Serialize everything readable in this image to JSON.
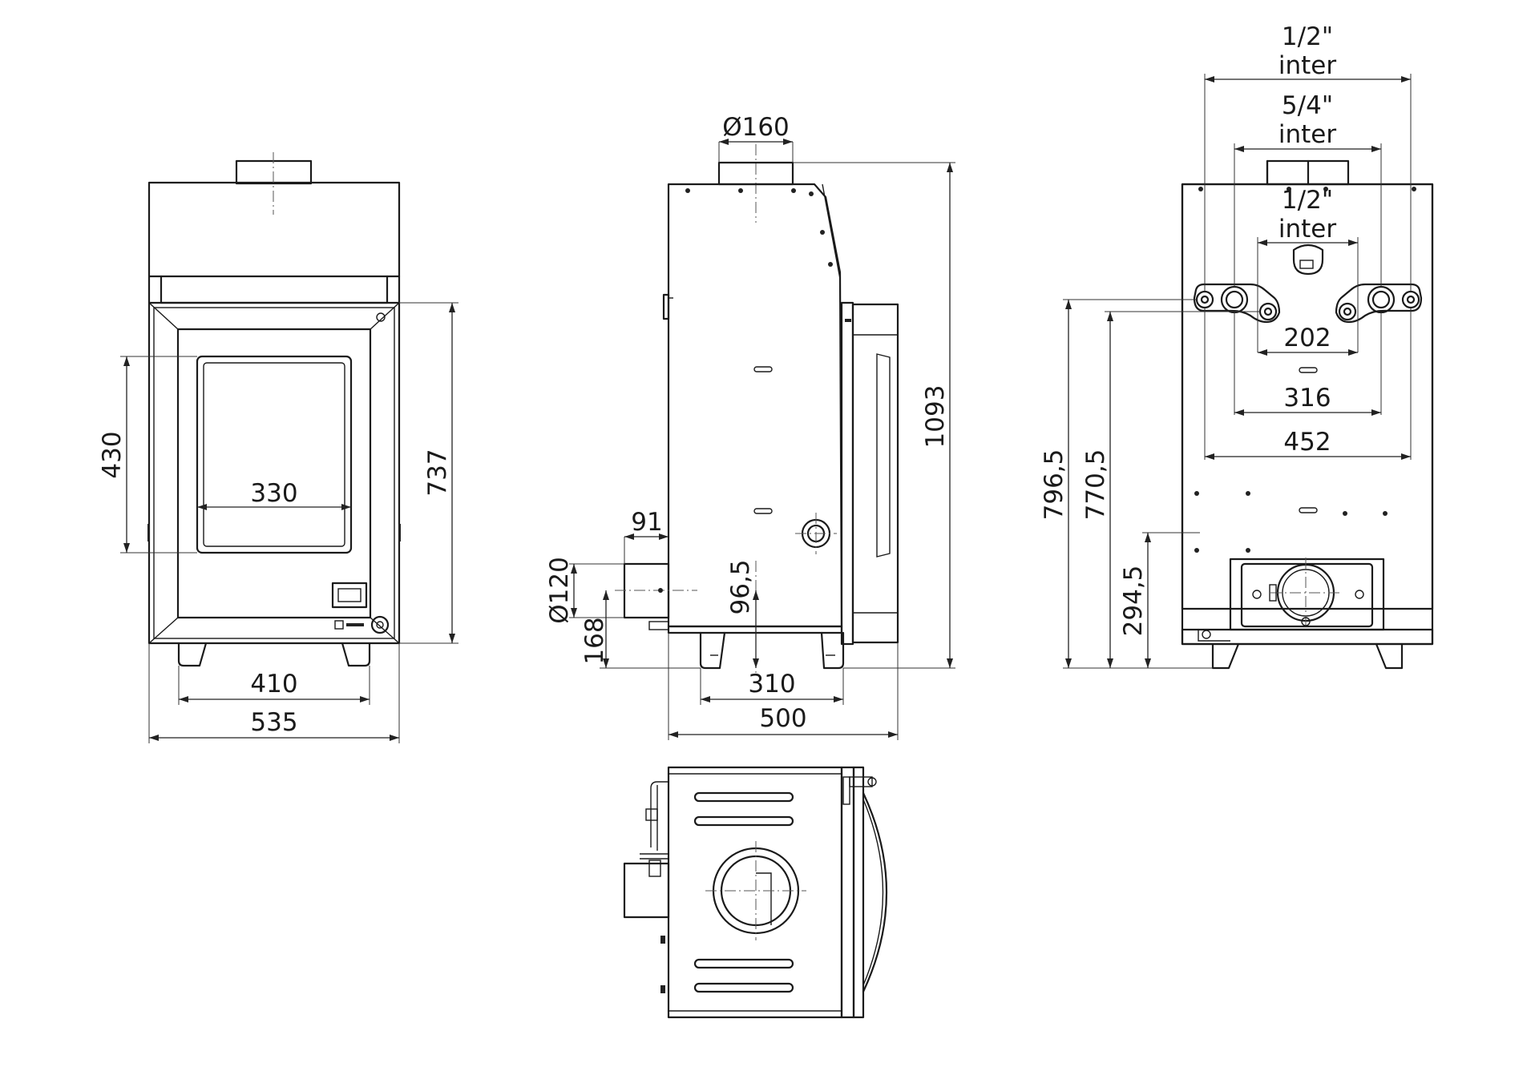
{
  "views": {
    "front": {
      "dims": {
        "door_height": "430",
        "window_width": "330",
        "body_height": "737",
        "feet_width": "410",
        "overall_width": "535"
      }
    },
    "side": {
      "dims": {
        "flue_diameter": "Ø160",
        "overall_height": "1093",
        "air_offset": "91",
        "air_inlet_diameter": "Ø120",
        "air_inlet_height": "168",
        "air_center_height": "96,5",
        "feet_span": "310",
        "depth": "500"
      }
    },
    "rear": {
      "dims": {
        "outer_fitting_size": "1/2\"",
        "outer_fitting_type": "inter",
        "return_fitting_size": "5/4\"",
        "return_fitting_type": "inter",
        "inner_fitting_size": "1/2\"",
        "inner_fitting_type": "inter",
        "inner_spacing": "202",
        "middle_spacing": "316",
        "outer_spacing": "452",
        "outer_pipe_height": "796,5",
        "main_pipe_height": "770,5",
        "air_inlet_height": "294,5"
      }
    }
  }
}
